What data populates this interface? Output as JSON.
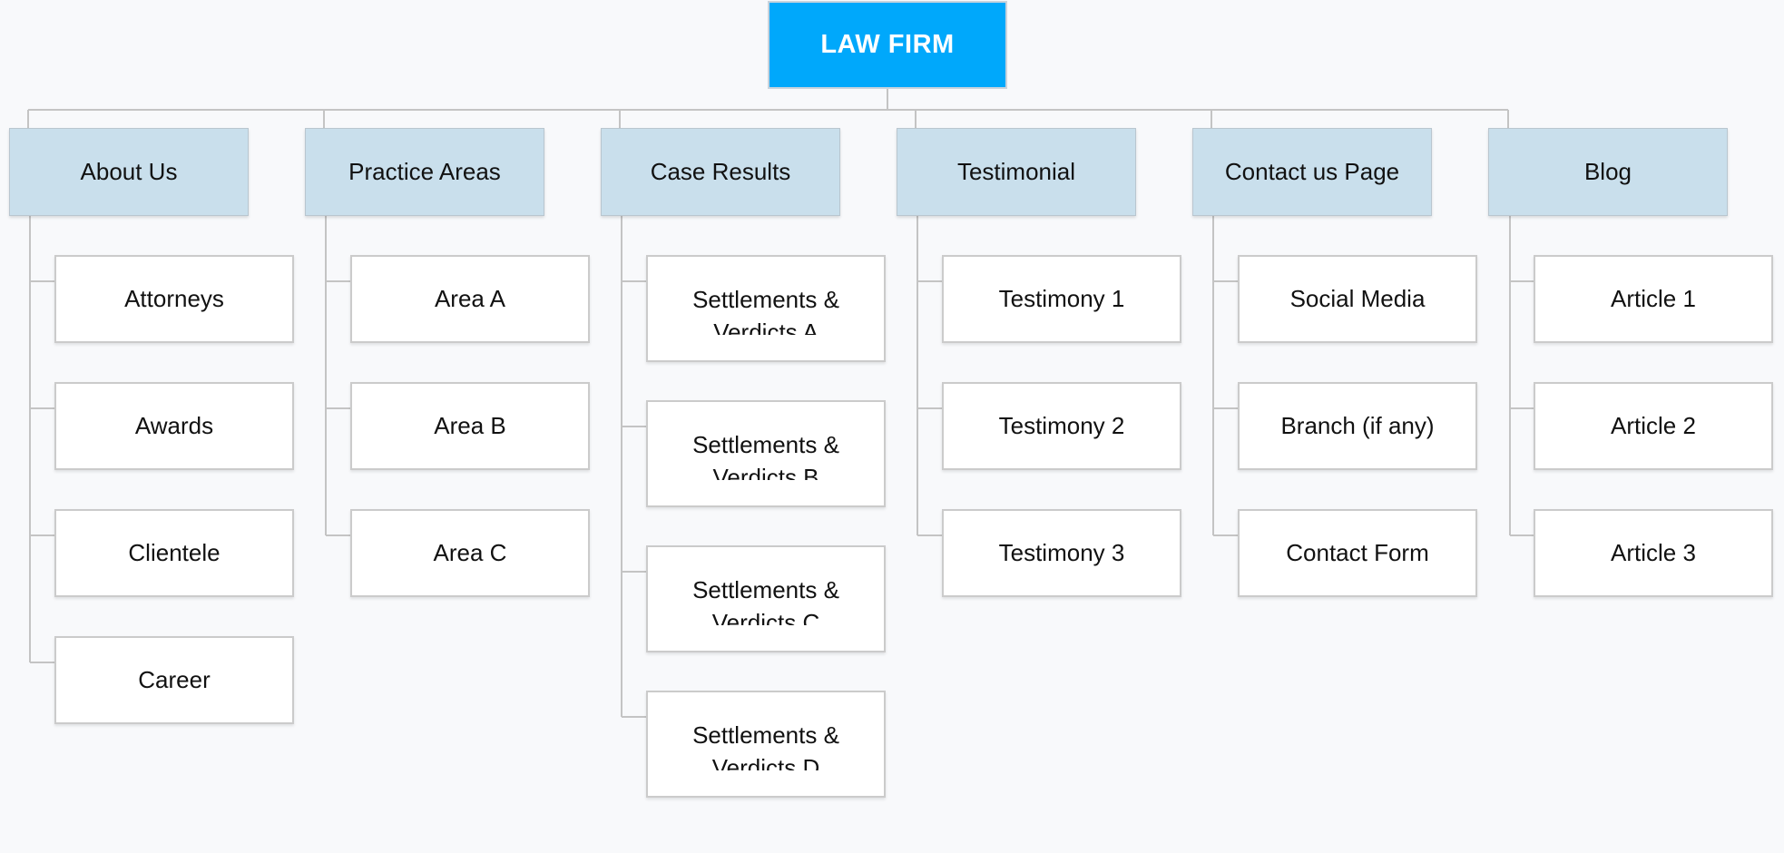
{
  "root": {
    "label": "LAW FIRM"
  },
  "categories": [
    {
      "label": "About Us",
      "children": [
        "Attorneys",
        "Awards",
        "Clientele",
        "Career"
      ]
    },
    {
      "label": "Practice Areas",
      "children": [
        "Area A",
        "Area B",
        "Area C"
      ]
    },
    {
      "label": "Case Results",
      "children": [
        "Settlements & Verdicts A",
        "Settlements & Verdicts B",
        "Settlements & Verdicts C",
        "Settlements & Verdicts D"
      ]
    },
    {
      "label": "Testimonial",
      "children": [
        "Testimony 1",
        "Testimony 2",
        "Testimony 3"
      ]
    },
    {
      "label": "Contact us Page",
      "children": [
        "Social Media",
        "Branch (if any)",
        "Contact Form"
      ]
    },
    {
      "label": "Blog",
      "children": [
        "Article 1",
        "Article 2",
        "Article 3"
      ]
    }
  ]
}
